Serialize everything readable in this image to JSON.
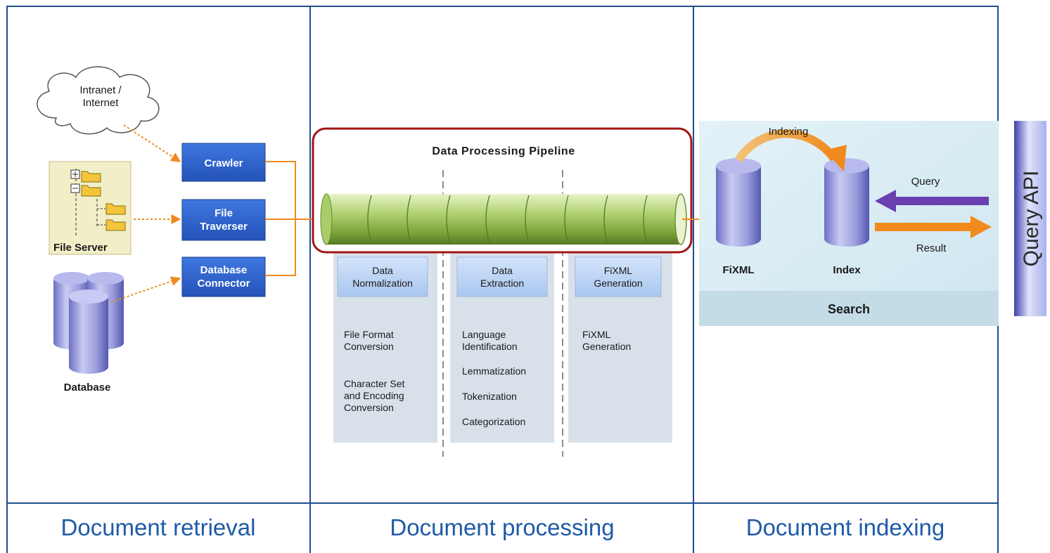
{
  "retrieval": {
    "cloud": [
      "Intranet /",
      "Internet"
    ],
    "crawler": "Crawler",
    "file_traverser": [
      "File",
      "Traverser"
    ],
    "file_server": "File Server",
    "database_connector": [
      "Database",
      "Connector"
    ],
    "database": "Database"
  },
  "pipeline": {
    "title": "Data Processing Pipeline",
    "stages": [
      {
        "header": [
          "Data",
          "Normalization"
        ],
        "items": [
          [
            "File Format",
            "Conversion"
          ],
          [
            "Character Set",
            "and Encoding",
            "Conversion"
          ]
        ]
      },
      {
        "header": [
          "Data",
          "Extraction"
        ],
        "items": [
          [
            "Language",
            "Identification"
          ],
          [
            "Lemmatization"
          ],
          [
            "Tokenization"
          ],
          [
            "Categorization"
          ]
        ]
      },
      {
        "header": [
          "FiXML",
          "Generation"
        ],
        "items": [
          [
            "FiXML",
            "Generation"
          ]
        ]
      }
    ]
  },
  "indexing": {
    "indexing_label": "Indexing",
    "fixml": "FiXML",
    "index": "Index",
    "query": "Query",
    "result": "Result",
    "search": "Search",
    "query_api": "Query API"
  },
  "columns": [
    "Document retrieval",
    "Document processing",
    "Document indexing"
  ],
  "colors": {
    "grid": "#1f4e8c",
    "box_blue": "#2a5fc7",
    "pipeline_green": "#9cc35b",
    "highlight_red": "#a31515",
    "caption_blue": "#1f5aa6",
    "orange": "#f08a1c",
    "purple": "#6a3fb0"
  }
}
